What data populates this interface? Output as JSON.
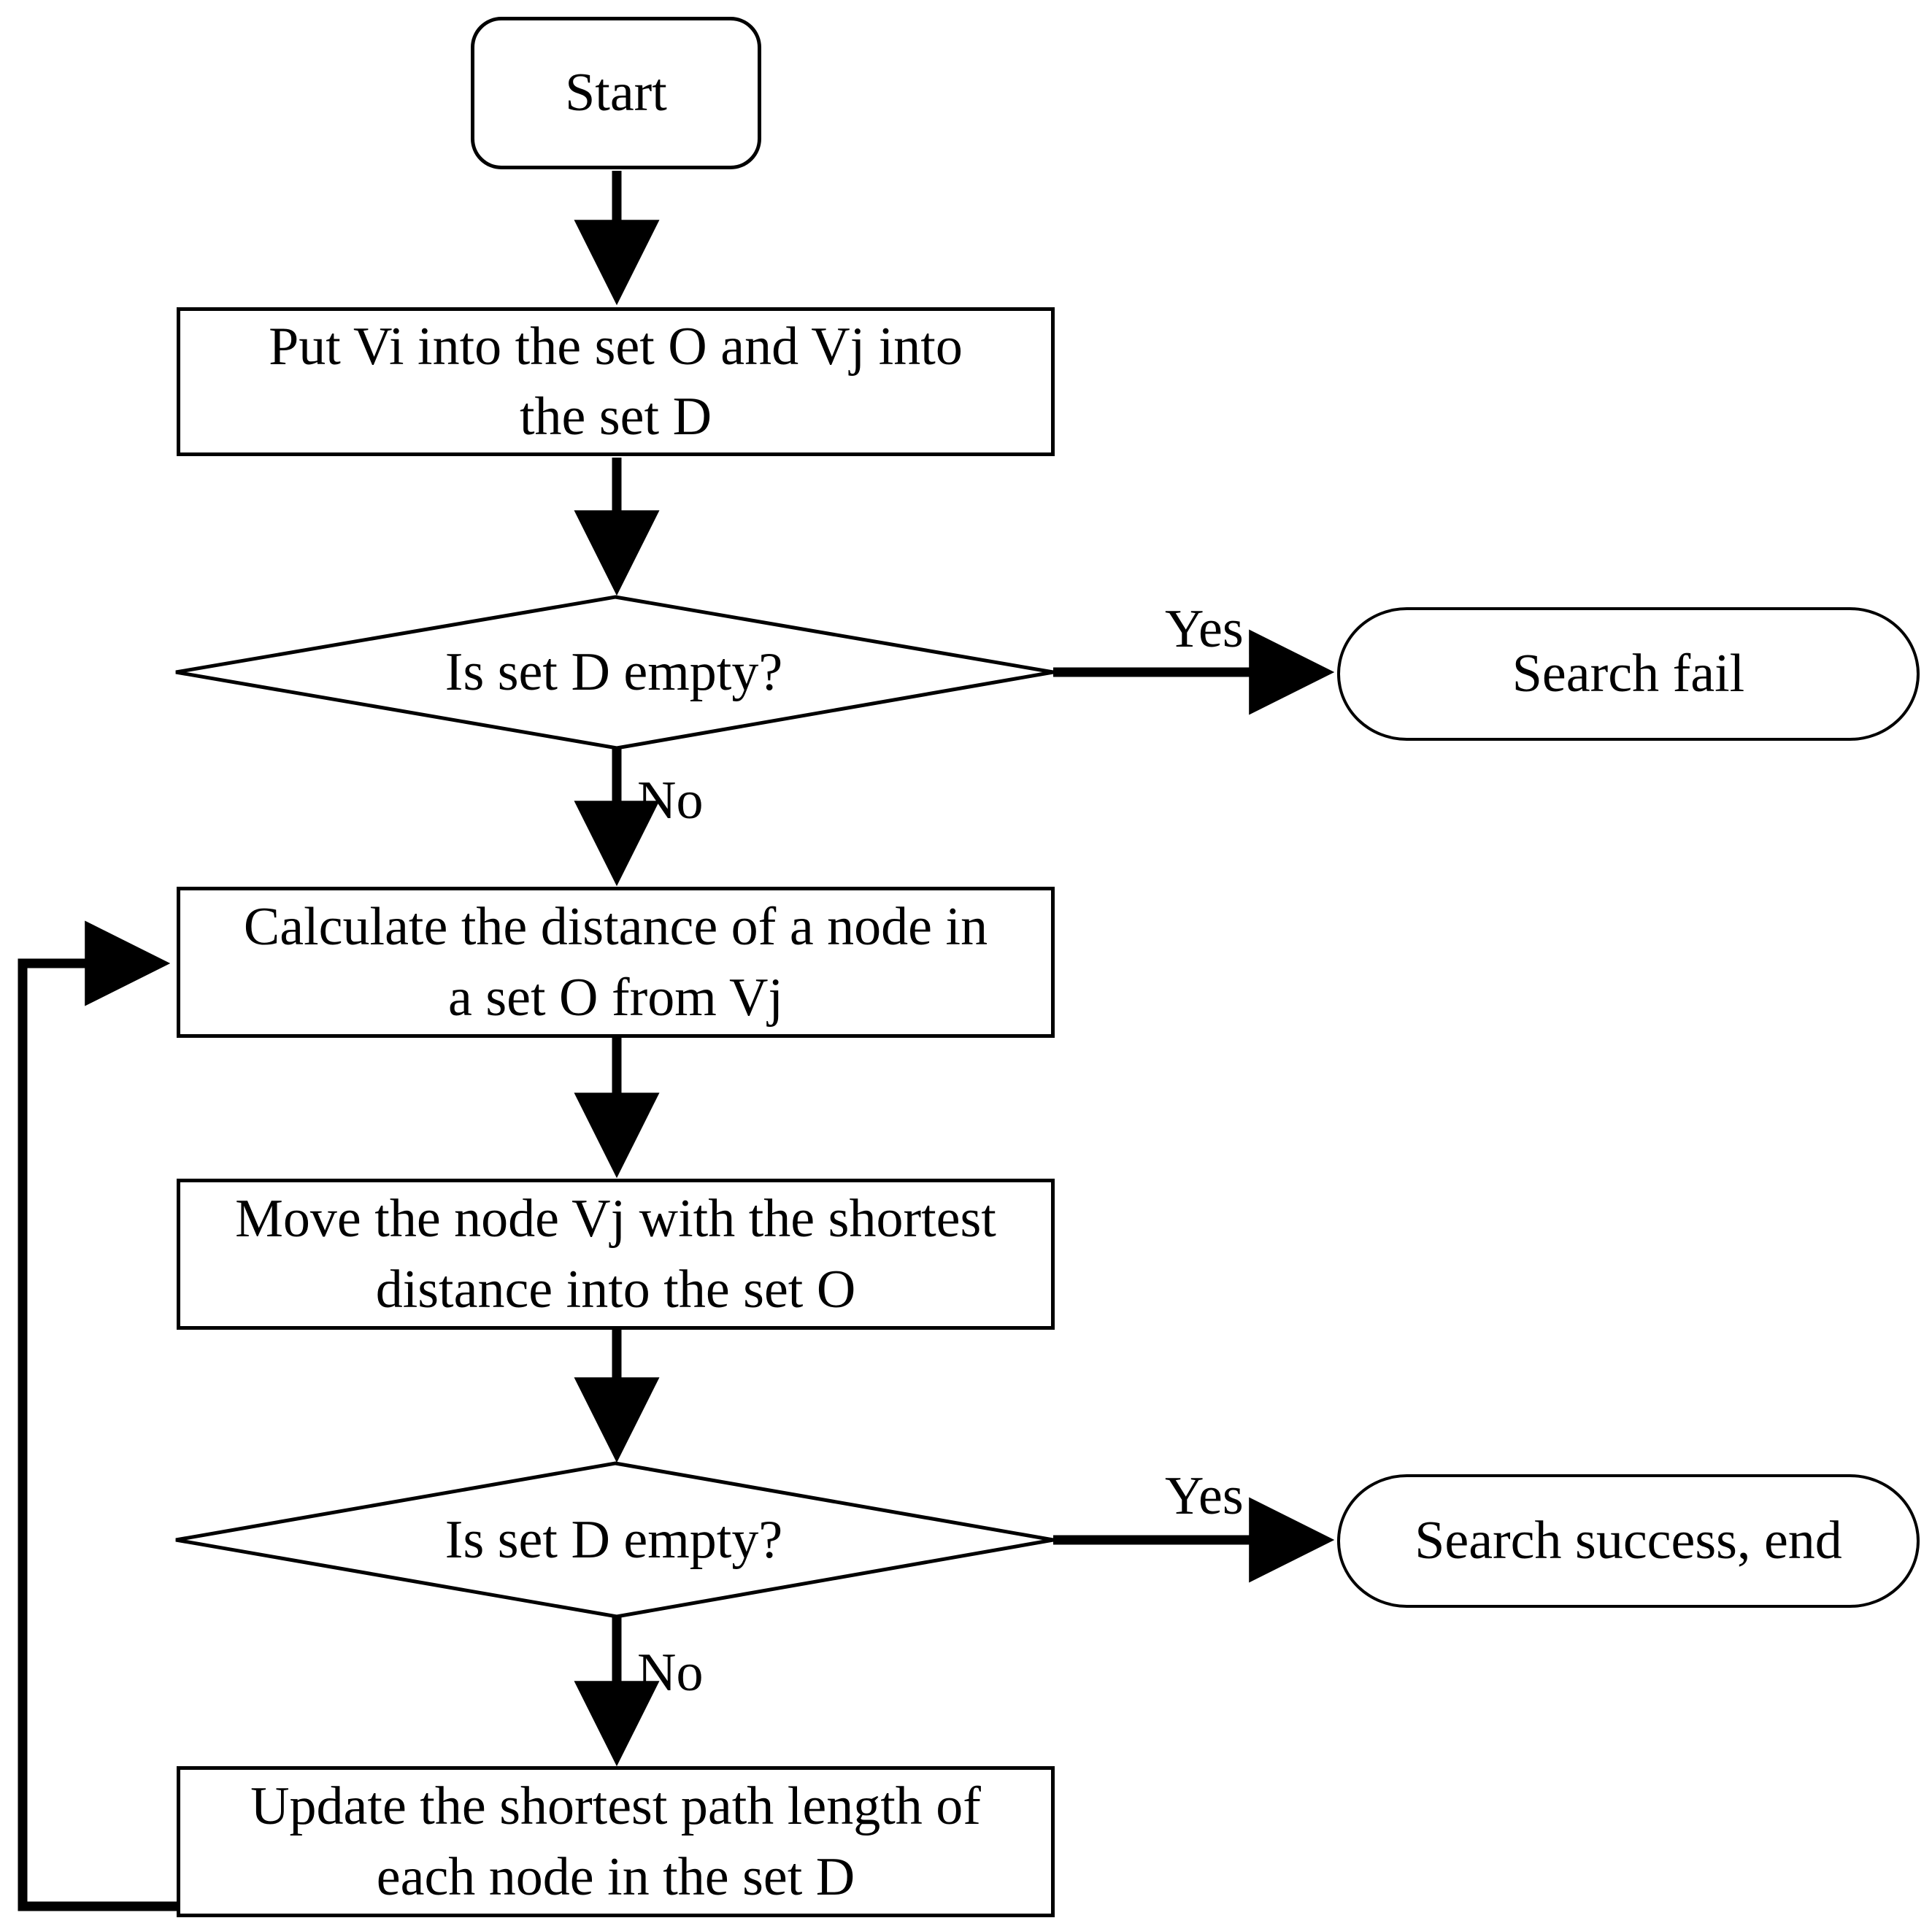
{
  "diagram": {
    "title": "Shortest path search flowchart",
    "colors": {
      "stroke": "#000000",
      "fill": "#ffffff",
      "text": "#000000"
    },
    "nodes": [
      {
        "id": "start",
        "shape": "terminator",
        "label": "Start"
      },
      {
        "id": "init",
        "shape": "process",
        "label": "Put Vi into the set O and Vj into the set D"
      },
      {
        "id": "decision1",
        "shape": "decision",
        "label": "Is set D empty?"
      },
      {
        "id": "search_fail",
        "shape": "terminator",
        "label": "Search fail"
      },
      {
        "id": "calculate",
        "shape": "process",
        "label": "Calculate the distance of a node in a set O from Vj"
      },
      {
        "id": "move",
        "shape": "process",
        "label": "Move the node Vj with the shortest distance into the set O"
      },
      {
        "id": "decision2",
        "shape": "decision",
        "label": "Is set D empty?"
      },
      {
        "id": "search_success",
        "shape": "terminator",
        "label": "Search success, end"
      },
      {
        "id": "update",
        "shape": "process",
        "label": "Update the shortest path length of each node in the set D"
      }
    ],
    "edges": [
      {
        "from": "start",
        "to": "init",
        "label": ""
      },
      {
        "from": "init",
        "to": "decision1",
        "label": ""
      },
      {
        "from": "decision1",
        "to": "search_fail",
        "label": "Yes"
      },
      {
        "from": "decision1",
        "to": "calculate",
        "label": "No"
      },
      {
        "from": "calculate",
        "to": "move",
        "label": ""
      },
      {
        "from": "move",
        "to": "decision2",
        "label": ""
      },
      {
        "from": "decision2",
        "to": "search_success",
        "label": "Yes"
      },
      {
        "from": "decision2",
        "to": "update",
        "label": "No"
      },
      {
        "from": "update",
        "to": "calculate",
        "label": ""
      }
    ],
    "edge_labels": {
      "yes_top": "Yes",
      "no_top": "No",
      "yes_bottom": "Yes",
      "no_bottom": "No"
    }
  }
}
